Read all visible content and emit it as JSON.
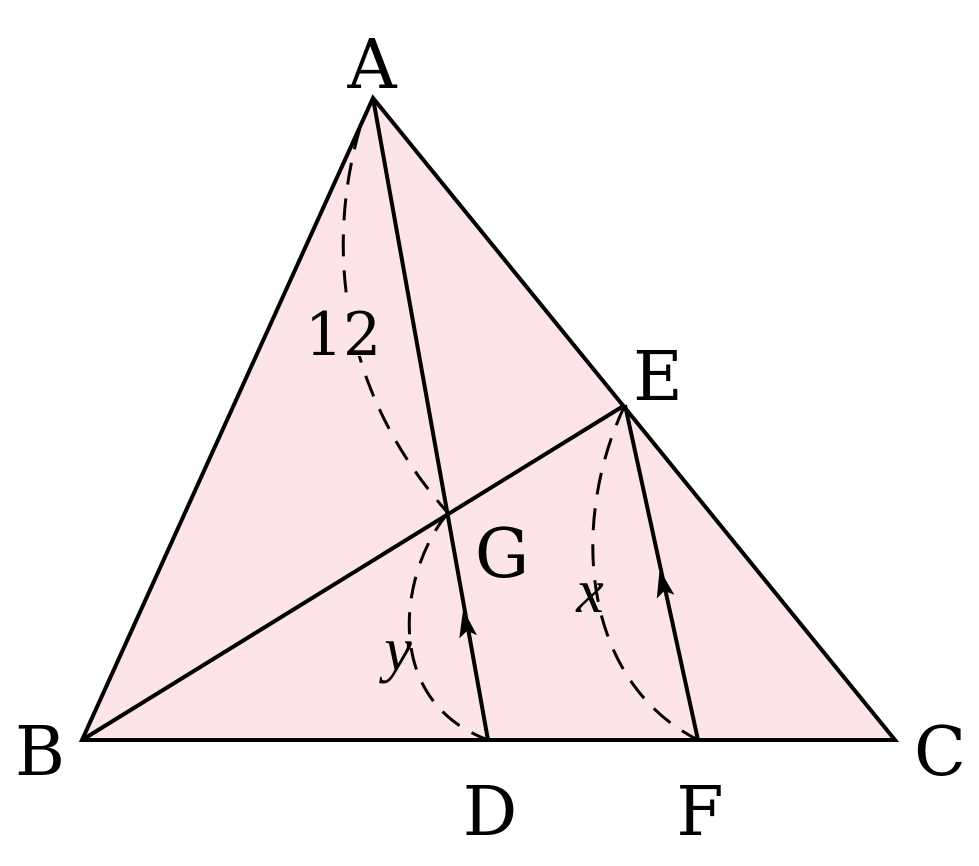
{
  "diagram": {
    "fill_color": "#fce4e8",
    "stroke_color": "#000000",
    "points": {
      "A": "A",
      "B": "B",
      "C": "C",
      "D": "D",
      "E": "E",
      "F": "F",
      "G": "G"
    },
    "measures": {
      "AG": "12",
      "GD": "y",
      "EF": "x"
    }
  }
}
